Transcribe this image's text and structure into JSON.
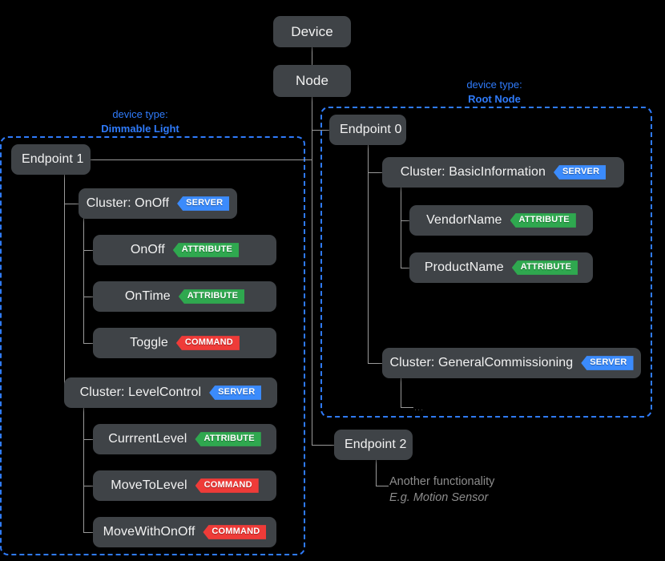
{
  "diagram": {
    "title_nodes": {
      "device": "Device",
      "node": "Node"
    },
    "device_types": [
      {
        "kind": "device type:",
        "name": "Dimmable Light"
      },
      {
        "kind": "device type:",
        "name": "Root Node"
      }
    ],
    "endpoints": {
      "endpoint0": "Endpoint 0",
      "endpoint1": "Endpoint 1",
      "endpoint2": "Endpoint 2"
    },
    "clusters": {
      "onoff": {
        "label": "Cluster: OnOff",
        "badge": "SERVER"
      },
      "levelcontrol": {
        "label": "Cluster: LevelControl",
        "badge": "SERVER"
      },
      "basicinformation": {
        "label": "Cluster: BasicInformation",
        "badge": "SERVER"
      },
      "generalcommissioning": {
        "label": "Cluster: GeneralCommissioning",
        "badge": "SERVER"
      }
    },
    "items": {
      "onoff_attr": {
        "label": "OnOff",
        "badge": "ATTRIBUTE"
      },
      "ontime_attr": {
        "label": "OnTime",
        "badge": "ATTRIBUTE"
      },
      "toggle_cmd": {
        "label": "Toggle",
        "badge": "COMMAND"
      },
      "currentlevel_attr": {
        "label": "CurrrentLevel",
        "badge": "ATTRIBUTE"
      },
      "movetolevel_cmd": {
        "label": "MoveToLevel",
        "badge": "COMMAND"
      },
      "movewithonoff_cmd": {
        "label": "MoveWithOnOff",
        "badge": "COMMAND"
      }
    },
    "annotations": {
      "ellipsis": "...",
      "endpoint2_note_line1": "Another functionality",
      "endpoint2_note_line2": "E.g. Motion Sensor"
    },
    "colors": {
      "background": "#000000",
      "box_fill": "#3f4347",
      "box_text": "#f2f2f2",
      "connector": "#9a9a9a",
      "device_type_blue": "#2f7bfb",
      "badge_server": "#3b8bfc",
      "badge_attribute": "#2fa84f",
      "badge_command": "#ef3b38",
      "note_grey": "#8d8d8d"
    }
  }
}
